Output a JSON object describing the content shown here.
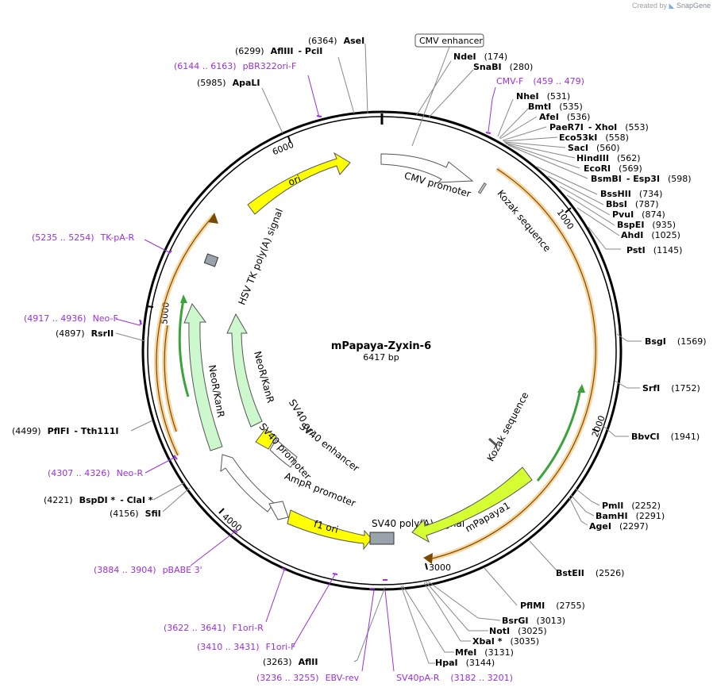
{
  "credit": {
    "prefix": "Created by",
    "brand": "SnapGene"
  },
  "plasmid": {
    "name": "mPapaya-Zyxin-6",
    "size_label": "6417 bp",
    "length": 6417
  },
  "colors": {
    "primer": "#9b30d9",
    "ori": "#ffff00",
    "neo": "#cdf7cd",
    "mpapaya": "#d6ff33",
    "promoter": "#ffffff",
    "kozak": "#bbbbbb",
    "signal": "#9aa3ab",
    "orf": "#f3b24c",
    "orf_green": "#3aa33a"
  },
  "ticks": [
    "1000",
    "2000",
    "3000",
    "4000",
    "5000",
    "6000"
  ],
  "boxed_feature": "CMV enhancer",
  "sites": [
    {
      "id": "ndei",
      "text": "NdeI",
      "pos": "(174)"
    },
    {
      "id": "snabi",
      "text": "SnaBI",
      "pos": "(280)"
    },
    {
      "id": "nhei",
      "text": "NheI",
      "pos": "(531)"
    },
    {
      "id": "bmti",
      "text": "BmtI",
      "pos": "(535)"
    },
    {
      "id": "afei",
      "text": "AfeI",
      "pos": "(536)"
    },
    {
      "id": "paer7i",
      "text": "PaeR7I",
      "sep": "- XhoI",
      "pos": "(553)"
    },
    {
      "id": "eco53ki",
      "text": "Eco53kI",
      "pos": "(558)"
    },
    {
      "id": "saci",
      "text": "SacI",
      "pos": "(560)"
    },
    {
      "id": "hindiii",
      "text": "HindIII",
      "pos": "(562)"
    },
    {
      "id": "ecori",
      "text": "EcoRI",
      "pos": "(569)"
    },
    {
      "id": "bsmbi",
      "text": "BsmBI",
      "sep": "- Esp3I",
      "pos": "(598)"
    },
    {
      "id": "bsshii",
      "text": "BssHII",
      "pos": "(734)"
    },
    {
      "id": "bbsi",
      "text": "BbsI",
      "pos": "(787)"
    },
    {
      "id": "pvui",
      "text": "PvuI",
      "pos": "(874)"
    },
    {
      "id": "bspei",
      "text": "BspEI",
      "pos": "(935)"
    },
    {
      "id": "ahdi",
      "text": "AhdI",
      "pos": "(1025)"
    },
    {
      "id": "psti",
      "text": "PstI",
      "pos": "(1145)"
    },
    {
      "id": "bsgi",
      "text": "BsgI",
      "pos": "(1569)"
    },
    {
      "id": "srfi",
      "text": "SrfI",
      "pos": "(1752)"
    },
    {
      "id": "bbvci",
      "text": "BbvCI",
      "pos": "(1941)"
    },
    {
      "id": "pmli",
      "text": "PmlI",
      "pos": "(2252)"
    },
    {
      "id": "bamhi",
      "text": "BamHI",
      "pos": "(2291)"
    },
    {
      "id": "agei",
      "text": "AgeI",
      "pos": "(2297)"
    },
    {
      "id": "bsteii",
      "text": "BstEII",
      "pos": "(2526)"
    },
    {
      "id": "pflmi",
      "text": "PflMI",
      "pos": "(2755)"
    },
    {
      "id": "bsrgi",
      "text": "BsrGI",
      "pos": "(3013)"
    },
    {
      "id": "noti",
      "text": "NotI",
      "pos": "(3025)"
    },
    {
      "id": "xbai",
      "text": "XbaI *",
      "pos": "(3035)"
    },
    {
      "id": "mfei",
      "text": "MfeI",
      "pos": "(3131)"
    },
    {
      "id": "hpai",
      "text": "HpaI",
      "pos": "(3144)"
    },
    {
      "id": "afiii_3263",
      "text": "AflII",
      "pos": "(3263)"
    },
    {
      "id": "sfii",
      "text": "SfiI",
      "pos": "(4156)"
    },
    {
      "id": "bspdi",
      "text": "BspDI *",
      "sep": "- ClaI *",
      "pos": "(4221)"
    },
    {
      "id": "pflfi",
      "text": "PflFI",
      "sep": "- Tth111I",
      "pos": "(4499)"
    },
    {
      "id": "rsrii",
      "text": "RsrII",
      "pos": "(4897)"
    },
    {
      "id": "apali",
      "text": "ApaLI",
      "pos": "(5985)"
    },
    {
      "id": "afliii",
      "text": "AflIII",
      "sep": "- PciI",
      "pos": "(6299)"
    },
    {
      "id": "asei",
      "text": "AseI",
      "pos": "(6364)"
    }
  ],
  "primers": [
    {
      "id": "cmv-f",
      "text": "CMV-F",
      "range": "(459 .. 479)"
    },
    {
      "id": "pbr322ori-f",
      "text": "pBR322ori-F",
      "range": "(6144 .. 6163)"
    },
    {
      "id": "tk-pa-r",
      "text": "TK-pA-R",
      "range": "(5235 .. 5254)"
    },
    {
      "id": "neo-f",
      "text": "Neo-F",
      "range": "(4917 .. 4936)"
    },
    {
      "id": "neo-r",
      "text": "Neo-R",
      "range": "(4307 .. 4326)"
    },
    {
      "id": "pbabe3",
      "text": "pBABE 3'",
      "range": "(3884 .. 3904)"
    },
    {
      "id": "f1ori-r",
      "text": "F1ori-R",
      "range": "(3622 .. 3641)"
    },
    {
      "id": "f1ori-f",
      "text": "F1ori-F",
      "range": "(3410 .. 3431)"
    },
    {
      "id": "ebv-rev",
      "text": "EBV-rev",
      "range": "(3236 .. 3255)"
    },
    {
      "id": "sv40pa-r",
      "text": "SV40pA-R",
      "range": "(3182 .. 3201)"
    }
  ],
  "features": {
    "ori": "ori",
    "cmv_promoter": "CMV promoter",
    "kozak1": "Kozak sequence",
    "kozak2": "Kozak sequence",
    "hsv_tk": "HSV TK poly(A) signal",
    "neo_outer": "NeoR/KanR",
    "neo_inner": "NeoR/KanR",
    "sv40_ori": "SV40 ori",
    "sv40_enhancer": "SV40 enhancer",
    "sv40_promoter": "SV40 promoter",
    "ampr_promoter": "AmpR promoter",
    "f1_ori": "f1 ori",
    "sv40_polya": "SV40 poly(A) signal",
    "mpapaya1": "mPapaya1"
  }
}
